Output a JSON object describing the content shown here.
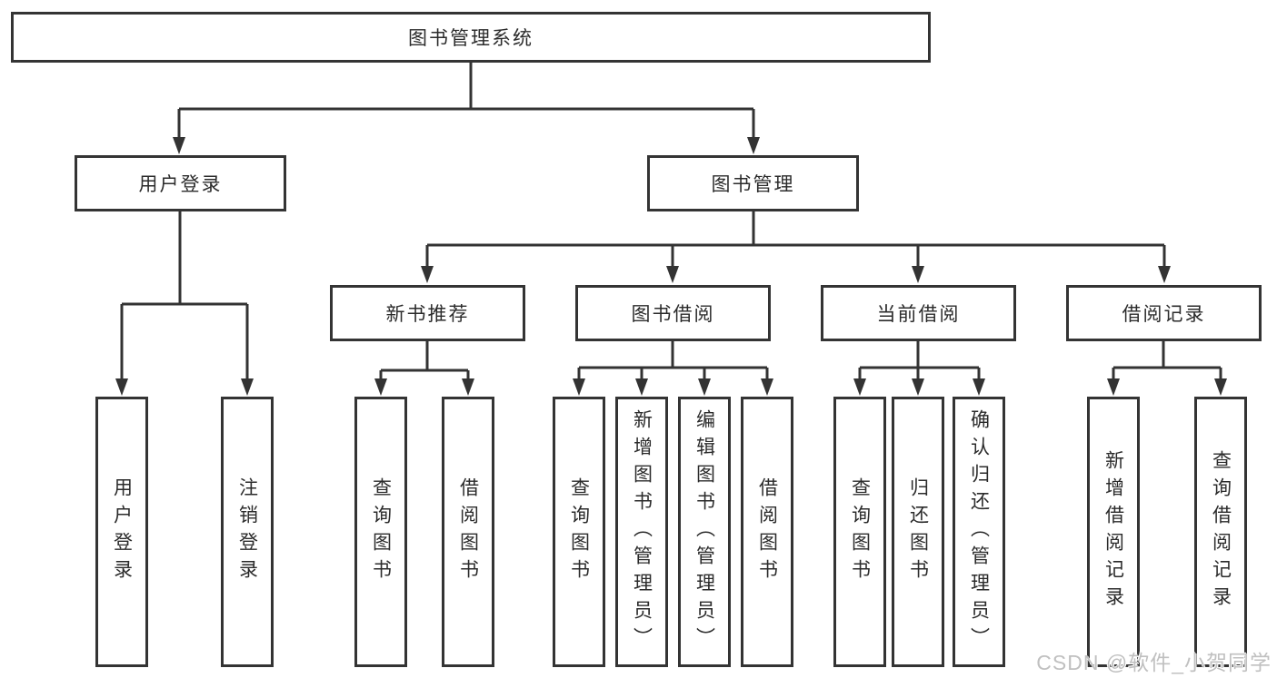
{
  "colors": {
    "line": "#333333",
    "box_border": "#343434",
    "box_fill": "#ffffff",
    "text": "#2b2b2b",
    "watermark": "#c0c0c0"
  },
  "watermark": {
    "text": "CSDN @软件_小贺同学"
  },
  "chart": {
    "root": {
      "label": "图书管理系统"
    },
    "branches": [
      {
        "label": "用户登录",
        "children": [
          {
            "label": "用户登录"
          },
          {
            "label": "注销登录"
          }
        ]
      },
      {
        "label": "图书管理",
        "children": [
          {
            "label": "新书推荐",
            "children": [
              {
                "label": "查询图书"
              },
              {
                "label": "借阅图书"
              }
            ]
          },
          {
            "label": "图书借阅",
            "children": [
              {
                "label": "查询图书"
              },
              {
                "label": "新增图书（管理员）"
              },
              {
                "label": "编辑图书（管理员）"
              },
              {
                "label": "借阅图书"
              }
            ]
          },
          {
            "label": "当前借阅",
            "children": [
              {
                "label": "查询图书"
              },
              {
                "label": "归还图书"
              },
              {
                "label": "确认归还（管理员）"
              }
            ]
          },
          {
            "label": "借阅记录",
            "children": [
              {
                "label": "新增借阅记录"
              },
              {
                "label": "查询借阅记录"
              }
            ]
          }
        ]
      }
    ]
  }
}
